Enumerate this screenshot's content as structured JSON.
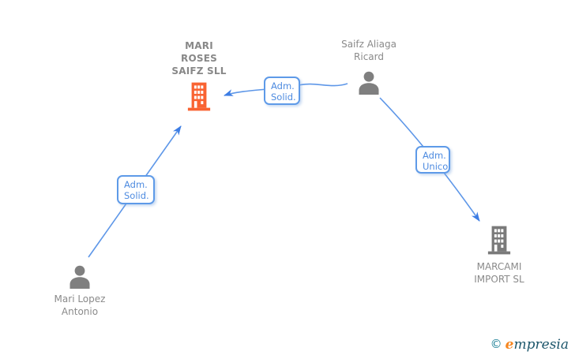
{
  "diagram": {
    "nodes": {
      "mari_roses": {
        "type": "company",
        "line1": "MARI",
        "line2": "ROSES",
        "line3": "SAIFZ SLL"
      },
      "saifz": {
        "type": "person",
        "line1": "Saifz Aliaga",
        "line2": "Ricard"
      },
      "mari_lopez": {
        "type": "person",
        "line1": "Mari Lopez",
        "line2": "Antonio"
      },
      "marcami": {
        "type": "company",
        "line1": "MARCAMI",
        "line2": "IMPORT SL"
      }
    },
    "edges": [
      {
        "from": "Saifz Aliaga Ricard",
        "to": "MARI ROSES SAIFZ SLL",
        "label1": "Adm.",
        "label2": "Solid."
      },
      {
        "from": "Mari Lopez Antonio",
        "to": "MARI ROSES SAIFZ SLL",
        "label1": "Adm.",
        "label2": "Solid."
      },
      {
        "from": "Saifz Aliaga Ricard",
        "to": "MARCAMI IMPORT SL",
        "label1": "Adm.",
        "label2": "Unico"
      }
    ],
    "colors": {
      "company_highlight": "#f96332",
      "company_gray": "#7a7a7a",
      "person_gray": "#7f7f7f",
      "edge_blue": "#5e97e8",
      "arrow_blue": "#3d7de4",
      "label_text_blue": "#4e8be0",
      "node_text_gray": "#8a8a8a"
    }
  },
  "watermark": {
    "copyright": "©",
    "brand_initial": "e",
    "brand_rest": "mpresia"
  }
}
